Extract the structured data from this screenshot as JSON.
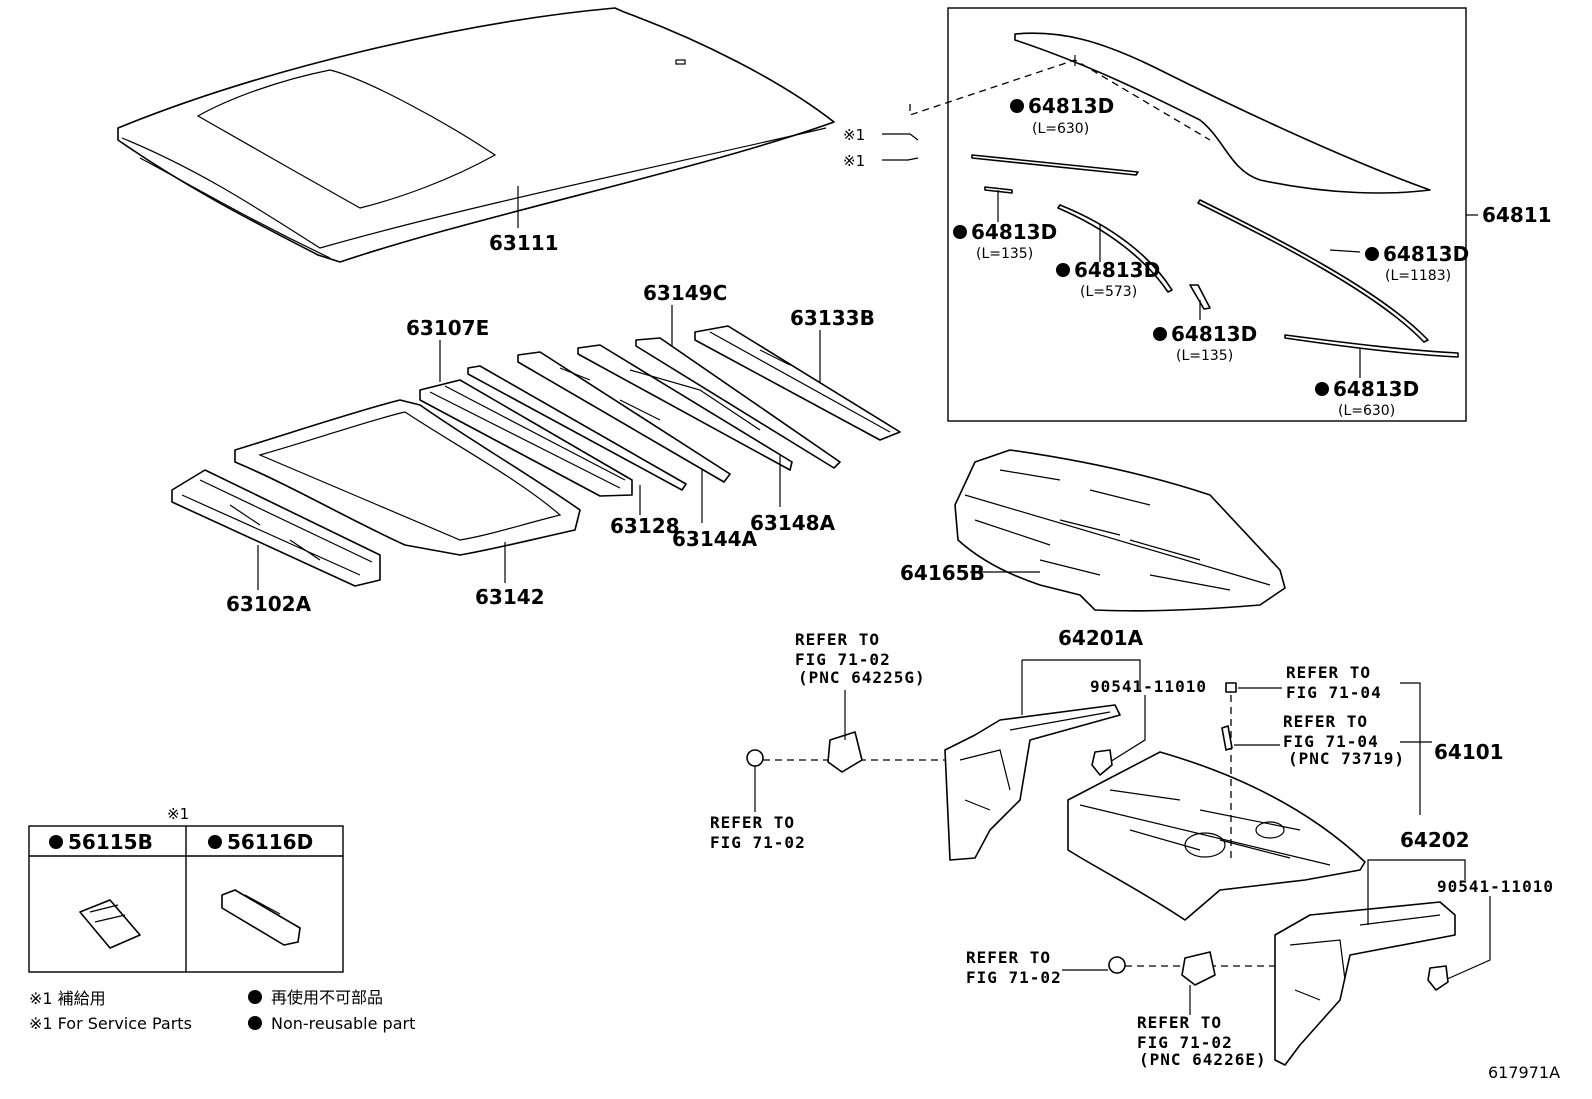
{
  "parts": {
    "p63111": "63111",
    "p63107E": "63107E",
    "p63149C": "63149C",
    "p63133B": "63133B",
    "p63128": "63128",
    "p63144A": "63144A",
    "p63148A": "63148A",
    "p63142": "63142",
    "p63102A": "63102A",
    "p64811": "64811",
    "p64165B": "64165B",
    "p64201A": "64201A",
    "p64101": "64101",
    "p64202": "64202",
    "p90541_top": "90541-11010",
    "p90541_right": "90541-11010"
  },
  "inset": {
    "moldings": [
      {
        "label": "64813D",
        "length": "(L=630)"
      },
      {
        "label": "64813D",
        "length": "(L=135)"
      },
      {
        "label": "64813D",
        "length": "(L=573)"
      },
      {
        "label": "64813D",
        "length": "(L=1183)"
      },
      {
        "label": "64813D",
        "length": "(L=135)"
      },
      {
        "label": "64813D",
        "length": "(L=630)"
      }
    ],
    "service_mark": "※1"
  },
  "refers": {
    "left_top": {
      "line1": "REFER TO",
      "line2": "FIG 71-02",
      "line3": "(PNC 64225G)"
    },
    "left_bottom": {
      "line1": "REFER TO",
      "line2": "FIG 71-02"
    },
    "right_top": {
      "line1": "REFER TO",
      "line2": "FIG 71-04"
    },
    "right_mid": {
      "line1": "REFER TO",
      "line2": "FIG 71-04",
      "line3": "(PNC 73719)"
    },
    "bottom_left": {
      "line1": "REFER TO",
      "line2": "FIG 71-02"
    },
    "bottom_mid": {
      "line1": "REFER TO",
      "line2": "FIG 71-02",
      "line3": "(PNC 64226E)"
    }
  },
  "service_box": {
    "mark": "※1",
    "items": [
      {
        "label": "56115B"
      },
      {
        "label": "56116D"
      }
    ]
  },
  "legend": {
    "service_jp": "※1 補給用",
    "service_en": "※1 For Service Parts",
    "nonreuse_jp": "再使用不可部品",
    "nonreuse_en": "Non-reusable part"
  },
  "figure_id": "617971A"
}
